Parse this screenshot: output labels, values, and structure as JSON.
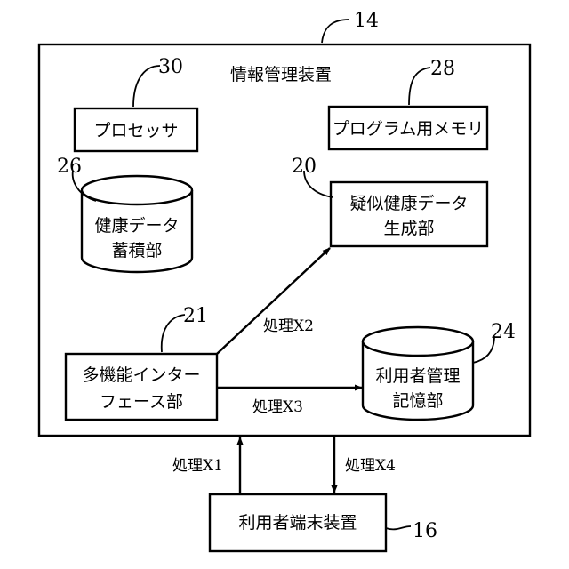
{
  "title": "情報管理装置",
  "refs": {
    "device": "14",
    "processor": "30",
    "program_memory": "28",
    "health_storage": "26",
    "pseudo_generator": "20",
    "interface": "21",
    "user_memory": "24",
    "terminal": "16"
  },
  "boxes": {
    "processor": "プロセッサ",
    "program_memory": "プログラム用メモリ",
    "pseudo_generator": [
      "疑似健康データ",
      "生成部"
    ],
    "interface": [
      "多機能インター",
      "フェース部"
    ],
    "terminal": "利用者端末装置"
  },
  "databases": {
    "health_storage": [
      "健康データ",
      "蓄積部"
    ],
    "user_memory": [
      "利用者管理",
      "記憶部"
    ]
  },
  "processes": {
    "x1": "処理X1",
    "x2": "処理X2",
    "x3": "処理X3",
    "x4": "処理X4"
  }
}
